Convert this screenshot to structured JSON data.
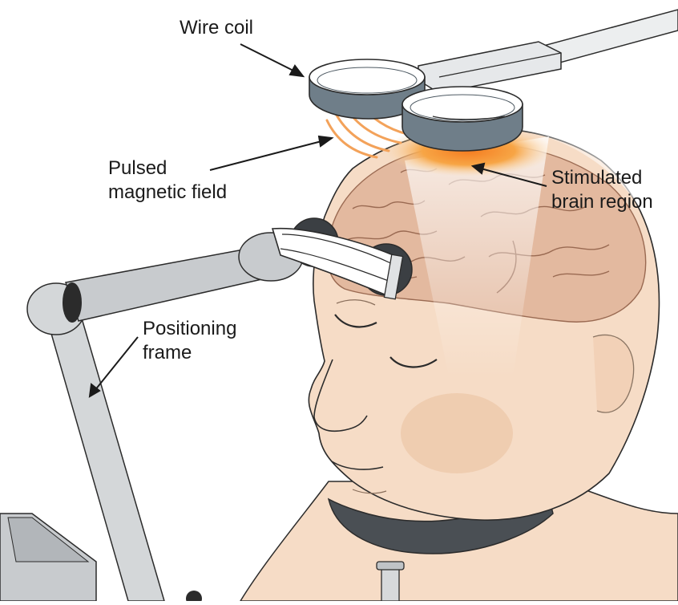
{
  "labels": {
    "wire_coil": "Wire coil",
    "pulsed_line1": "Pulsed",
    "pulsed_line2": "magnetic field",
    "stimulated_line1": "Stimulated",
    "stimulated_line2": "brain region",
    "positioning_line1": "Positioning",
    "positioning_line2": "frame"
  },
  "colors": {
    "coil": "#6f7e89",
    "coil_dark": "#4e5a63",
    "skin": "#f6dcc6",
    "skin_shadow": "#edc6a6",
    "brain": "#e3b99f",
    "brain_line": "#9a6a52",
    "stimulation": "#f5a23a",
    "frame": "#c8cbce",
    "frame_dark": "#3b3f43",
    "outline": "#2b2b2b"
  }
}
